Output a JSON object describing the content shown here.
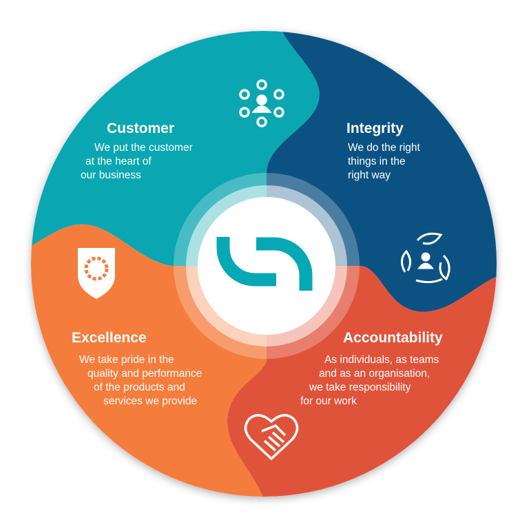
{
  "segments": {
    "customer": {
      "title": "Customer",
      "lines": [
        "We put the customer",
        "at the heart of",
        "our business"
      ],
      "icon": "people-circle-icon",
      "color": "#0aa6b1"
    },
    "integrity": {
      "title": "Integrity",
      "lines": [
        "We do the right",
        "things in the",
        "right way"
      ],
      "icon": "leaf-cycle-person-icon",
      "color": "#0b5282"
    },
    "accountability": {
      "title": "Accountability",
      "lines": [
        "As individuals, as teams",
        "and as an organisation,",
        "we take responsibility",
        "for our work"
      ],
      "icon": "handshake-heart-icon",
      "color": "#e0533b"
    },
    "excellence": {
      "title": "Excellence",
      "lines": [
        "We take pride in the",
        "quality and performance",
        "of the products and",
        "services we provide"
      ],
      "icon": "shield-badge-icon",
      "color": "#f47d3d"
    }
  },
  "center": {
    "logo": "company-logo",
    "color": "#06a8b4"
  }
}
